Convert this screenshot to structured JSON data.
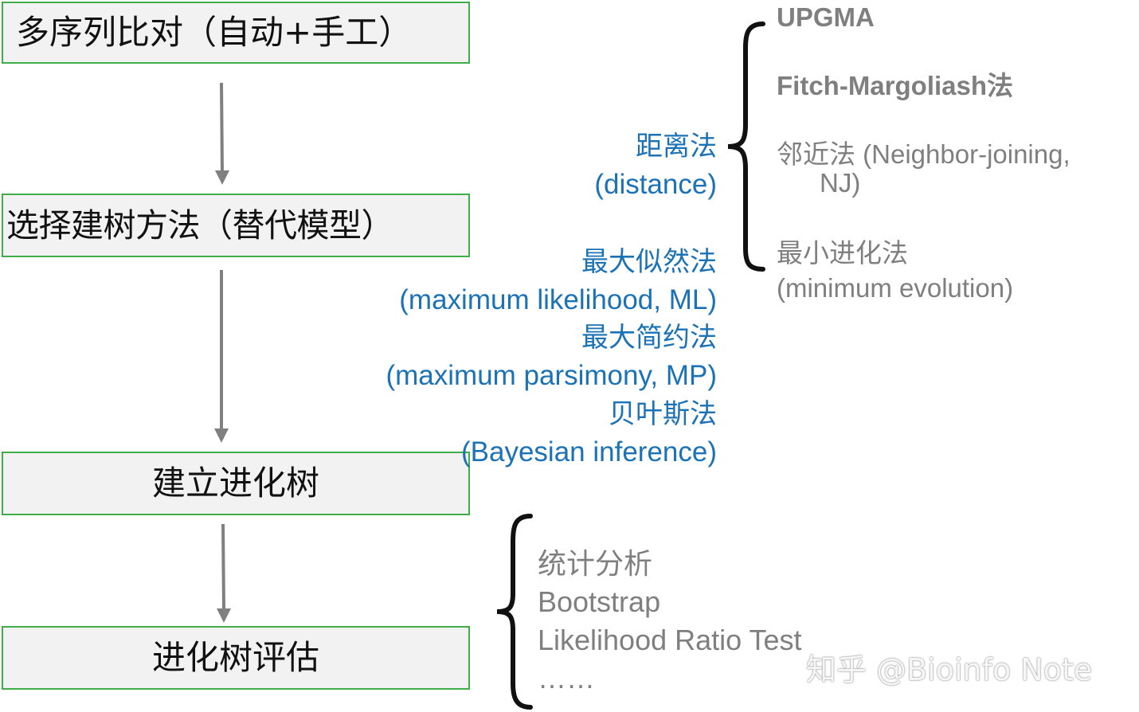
{
  "steps": [
    {
      "label": "多序列比对（自动+手工）"
    },
    {
      "label": "选择建树方法（替代模型）"
    },
    {
      "label": "建立进化树"
    },
    {
      "label": "进化树评估"
    }
  ],
  "methods": {
    "distance": {
      "cn": "距离法",
      "en": "(distance)"
    },
    "ml": {
      "cn": "最大似然法",
      "en": "(maximum likelihood, ML)"
    },
    "mp": {
      "cn": "最大简约法",
      "en": "(maximum parsimony, MP)"
    },
    "bayes": {
      "cn": "贝叶斯法",
      "en": "(Bayesian inference)"
    }
  },
  "distance_methods": [
    {
      "line1": "UPGMA"
    },
    {
      "line1": "Fitch-Margoliash法"
    },
    {
      "line1": "邻近法 (Neighbor-joining,",
      "line2": "NJ)"
    },
    {
      "line1": "最小进化法",
      "line2": "(minimum evolution)"
    }
  ],
  "evaluation": [
    "统计分析",
    "Bootstrap",
    "Likelihood Ratio Test",
    "……"
  ],
  "watermark": "知乎 @Bioinfo Note",
  "colors": {
    "box_border": "#3fae49",
    "box_fill": "#f2f2f2",
    "method_blue": "#1b72b5",
    "sub_gray": "#7f7f7f",
    "arrow_gray": "#808080"
  }
}
